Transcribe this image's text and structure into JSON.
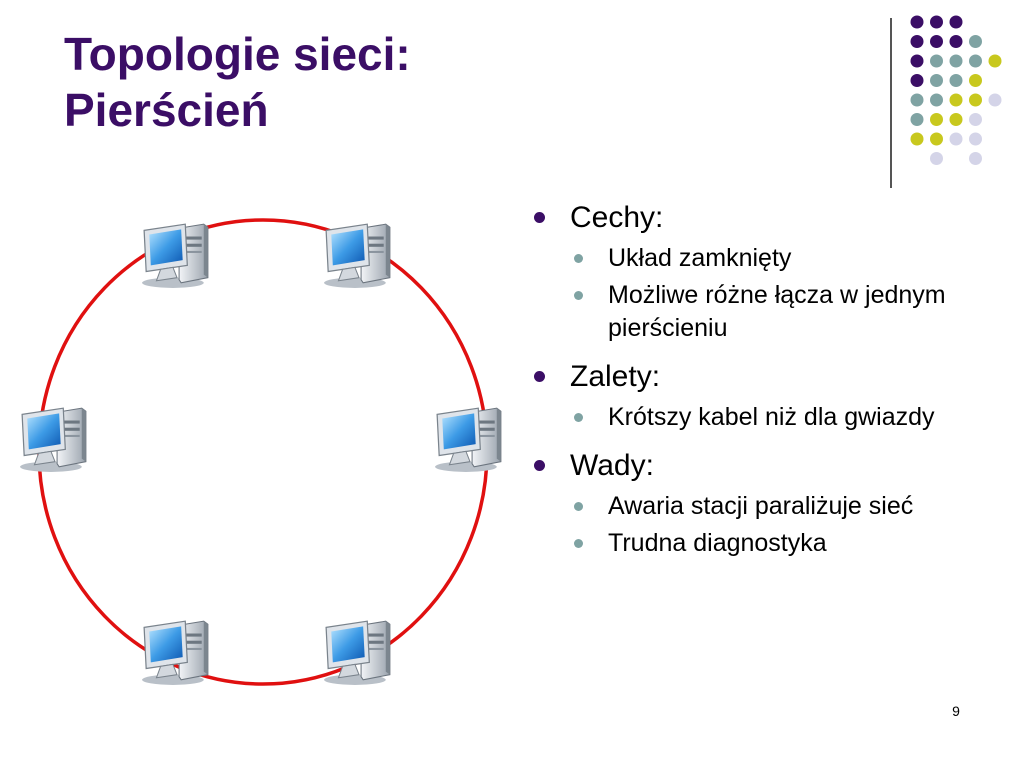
{
  "slide": {
    "title_lines": [
      "Topologie sieci:",
      "Pierścień"
    ],
    "page_number": "9"
  },
  "colors": {
    "title": "#3b0e66",
    "ring": "#e01010",
    "dot_purple": "#3b0e66",
    "dot_teal": "#7fa3a3",
    "dot_lime": "#c8c81e",
    "dot_lavender": "#d4d4e8",
    "bullet_primary": "#3b0e66",
    "bullet_secondary": "#7fa3a3"
  },
  "decoration": {
    "dot_grid": [
      [
        "purple",
        "purple",
        "purple",
        "",
        ""
      ],
      [
        "purple",
        "purple",
        "purple",
        "teal",
        ""
      ],
      [
        "purple",
        "teal",
        "teal",
        "teal",
        "lime"
      ],
      [
        "purple",
        "teal",
        "teal",
        "lime",
        ""
      ],
      [
        "teal",
        "teal",
        "lime",
        "lime",
        "lavender"
      ],
      [
        "teal",
        "lime",
        "lime",
        "lavender",
        ""
      ],
      [
        "lime",
        "lime",
        "lavender",
        "lavender",
        ""
      ],
      [
        "",
        "lavender",
        "",
        "lavender",
        ""
      ]
    ]
  },
  "diagram": {
    "nodes": [
      {
        "name": "computer-top-left",
        "icon": "computer-icon"
      },
      {
        "name": "computer-top-right",
        "icon": "computer-icon"
      },
      {
        "name": "computer-middle-left",
        "icon": "computer-icon"
      },
      {
        "name": "computer-middle-right",
        "icon": "computer-icon"
      },
      {
        "name": "computer-bottom-left",
        "icon": "computer-icon"
      },
      {
        "name": "computer-bottom-right",
        "icon": "computer-icon"
      }
    ]
  },
  "content": {
    "sections": [
      {
        "heading": "Cechy:",
        "items": [
          "Układ zamknięty",
          "Możliwe różne łącza w jednym pierścieniu"
        ]
      },
      {
        "heading": "Zalety:",
        "items": [
          "Krótszy kabel niż dla gwiazdy"
        ]
      },
      {
        "heading": "Wady:",
        "items": [
          "Awaria stacji paraliżuje sieć",
          "Trudna diagnostyka"
        ]
      }
    ]
  }
}
